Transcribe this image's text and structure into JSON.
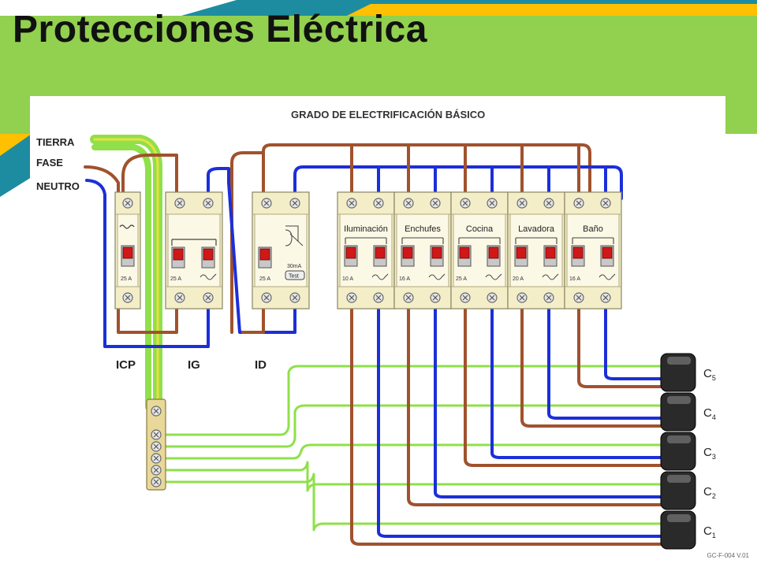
{
  "slide": {
    "title": "Protecciones Eléctrica",
    "footer_code": "GC-F-004 V.01",
    "colors": {
      "green_band": "#92d050",
      "yellow_accent": "#ffc000",
      "teal_accent": "#1e8ca0"
    }
  },
  "diagram": {
    "heading": "GRADO DE ELECTRIFICACIÓN BÁSICO",
    "wire_labels": {
      "earth": "TIERRA",
      "phase": "FASE",
      "neutral": "NEUTRO"
    },
    "wire_colors": {
      "earth": "#8fe04a",
      "earth_stripe": "#e8e040",
      "phase": "#a0522d",
      "neutral": "#1c2fd8"
    },
    "devices": {
      "icp": {
        "label": "ICP",
        "rating": "25 A"
      },
      "ig": {
        "label": "IG",
        "rating": "25 A"
      },
      "id": {
        "label": "ID",
        "rating": "25 A",
        "sensitivity": "30mA",
        "test": "Test"
      }
    },
    "circuits": [
      {
        "name": "Iluminación",
        "rating": "10 A"
      },
      {
        "name": "Enchufes",
        "rating": "16 A"
      },
      {
        "name": "Cocina",
        "rating": "25 A"
      },
      {
        "name": "Lavadora",
        "rating": "20 A"
      },
      {
        "name": "Baño",
        "rating": "16 A"
      }
    ],
    "outputs": [
      "C5",
      "C4",
      "C3",
      "C2",
      "C1"
    ]
  }
}
